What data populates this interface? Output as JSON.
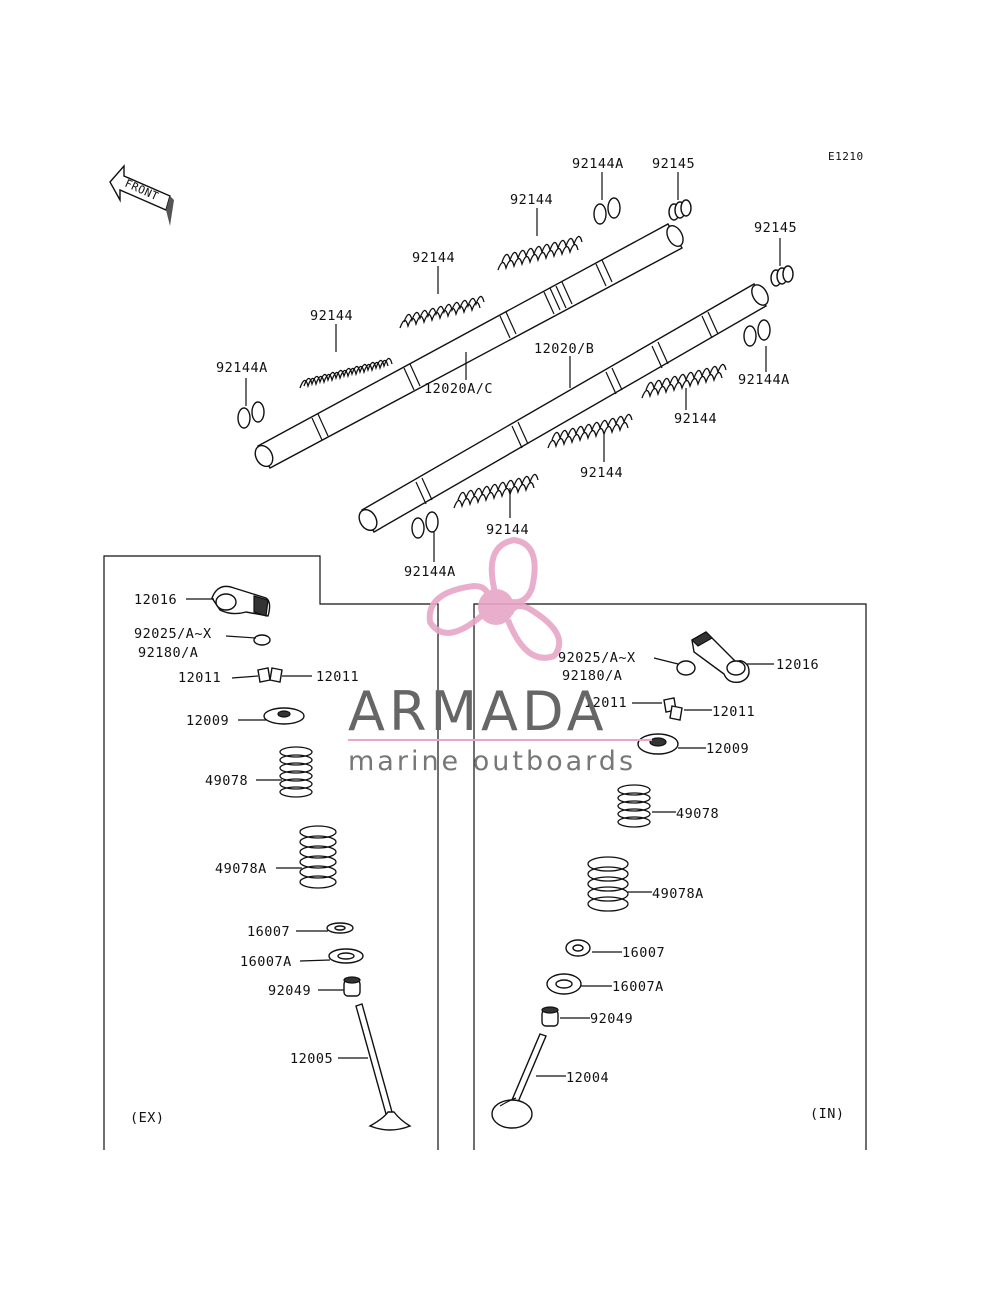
{
  "diagram_code": "E1210",
  "front_label": "FRONT",
  "watermark": {
    "brand": "ARMADA",
    "tagline": "marine outboards",
    "colors": {
      "propeller": "#e8a6c8",
      "line": "#e8a6c8",
      "text": "#666666"
    }
  },
  "camshaft_labels": {
    "shaft_a": "12020A/C",
    "shaft_b": "12020/B",
    "spring": "92144",
    "spring_end": "92144A",
    "cap": "92145"
  },
  "exhaust_panel": {
    "side_label": "(EX)",
    "rocker_arm": "12016",
    "shim": "92025/A~X",
    "shim_alt": "92180/A",
    "collet_left": "12011",
    "collet_right": "12011",
    "retainer": "12009",
    "inner_spring": "49078",
    "outer_spring": "49078A",
    "seat": "16007",
    "seat_alt": "16007A",
    "stem_seal": "92049",
    "valve": "12005"
  },
  "intake_panel": {
    "side_label": "(IN)",
    "rocker_arm": "12016",
    "shim": "92025/A~X",
    "shim_alt": "92180/A",
    "collet_left": "12011",
    "collet_right": "12011",
    "retainer": "12009",
    "inner_spring": "49078",
    "outer_spring": "49078A",
    "seat": "16007",
    "seat_alt": "16007A",
    "stem_seal": "92049",
    "valve": "12004"
  }
}
